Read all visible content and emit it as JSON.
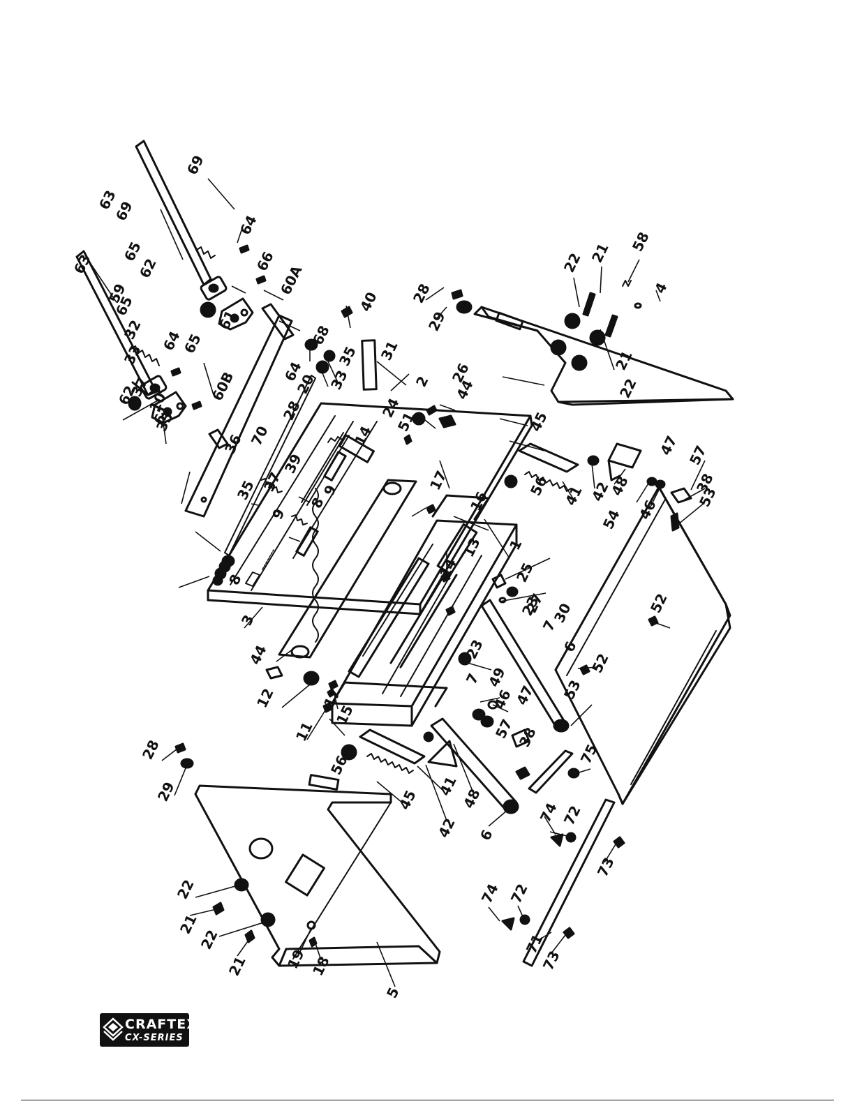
{
  "brand": {
    "name": "CRAFTEX",
    "series": "CX-SERIES"
  },
  "diagram": {
    "callouts": [
      "1",
      "2",
      "3",
      "4",
      "5",
      "6",
      "7",
      "8",
      "9",
      "10",
      "11",
      "12",
      "13",
      "14",
      "15",
      "16",
      "17",
      "18",
      "19",
      "20",
      "21",
      "22",
      "23",
      "24",
      "25",
      "26",
      "27",
      "28",
      "29",
      "30",
      "31",
      "32",
      "33",
      "35",
      "36",
      "37",
      "38",
      "39",
      "40",
      "41",
      "42",
      "43",
      "44",
      "45",
      "46",
      "47",
      "48",
      "49",
      "51",
      "52",
      "53",
      "54",
      "56",
      "57",
      "58",
      "59",
      "60A",
      "60B",
      "61",
      "62",
      "63",
      "64",
      "65",
      "66",
      "67",
      "68",
      "69",
      "70",
      "71",
      "72",
      "73",
      "74",
      "75"
    ]
  }
}
